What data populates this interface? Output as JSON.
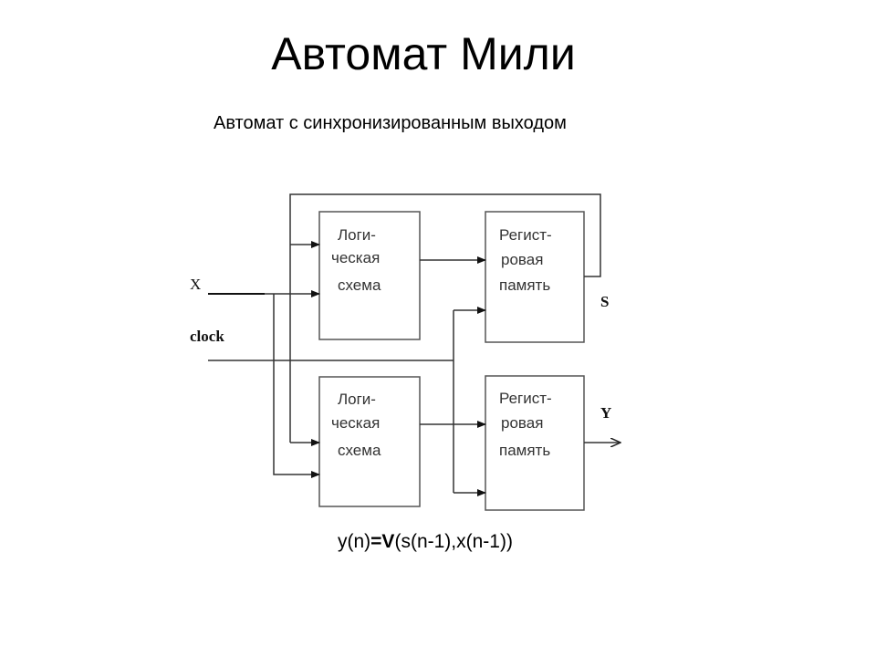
{
  "title": "Автомат Мили",
  "subtitle": "Автомат с синхронизированным выходом",
  "blocks": {
    "logic_top": [
      "Логи-",
      "ческая",
      "схема"
    ],
    "register_top": [
      "Регист-",
      "ровая",
      "память"
    ],
    "logic_bottom": [
      "Логи-",
      "ческая",
      "схема"
    ],
    "register_bottom": [
      "Регист-",
      "ровая",
      "память"
    ]
  },
  "signals": {
    "x": "X",
    "clock": "clock",
    "s": "S",
    "y": "Y"
  },
  "formula": {
    "part1": "y(n)",
    "part2": "=V",
    "part3": "(s(n-1),x(n-1))"
  }
}
